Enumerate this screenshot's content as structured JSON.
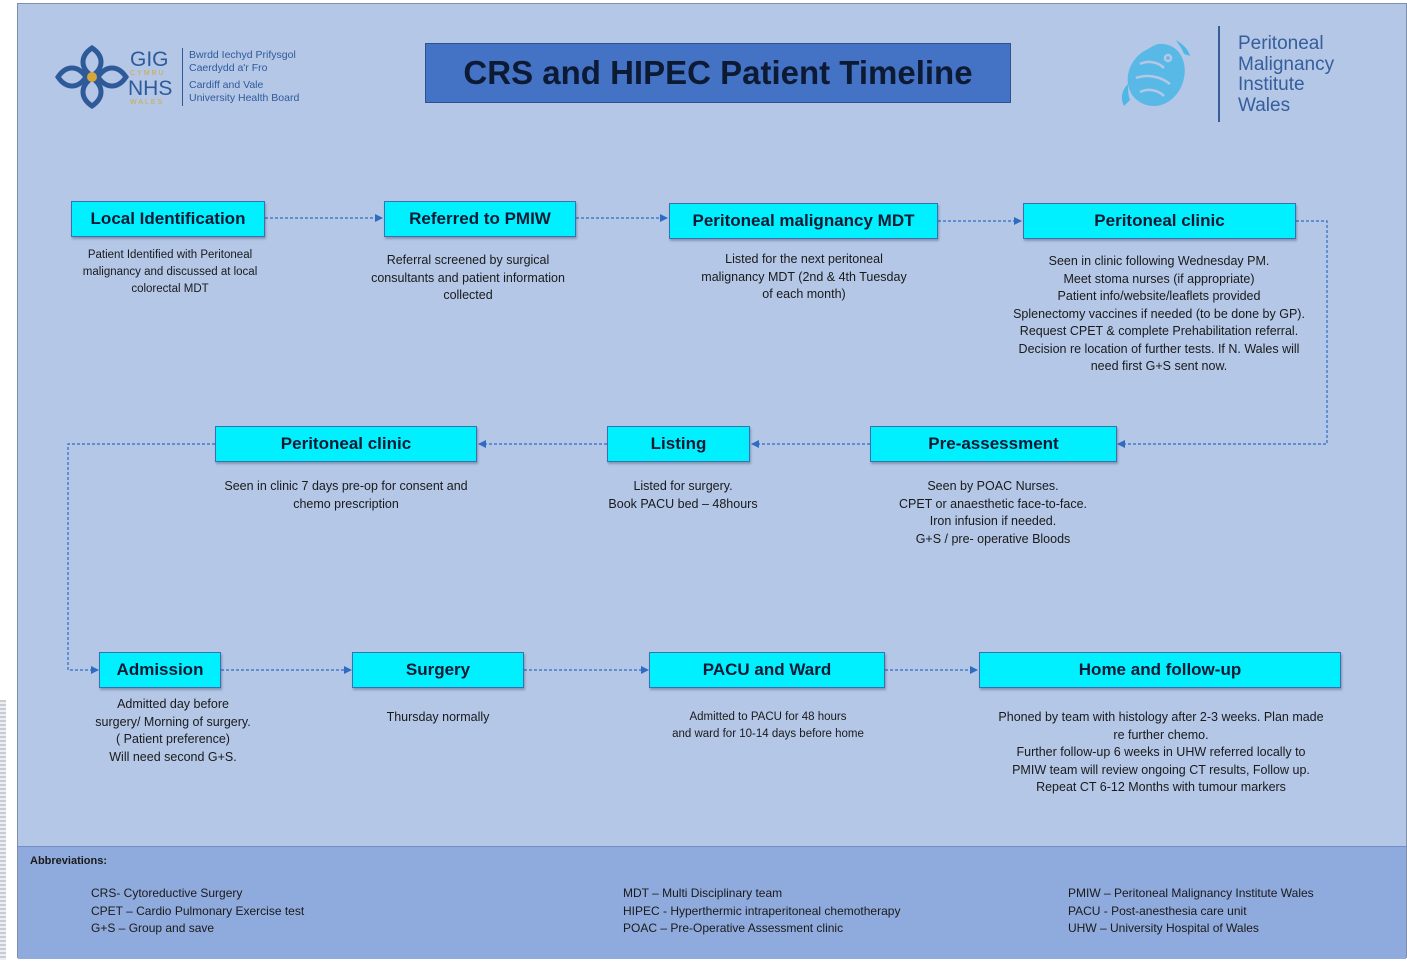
{
  "title": "CRS and HIPEC Patient Timeline",
  "logo_left": {
    "gig": "GIG",
    "cymru": "CYMRU",
    "nhs": "NHS",
    "wales": "WALES",
    "line1": "Bwrdd Iechyd Prifysgol",
    "line2": "Caerdydd a'r Fro",
    "line3": "Cardiff and Vale",
    "line4": "University Health Board"
  },
  "logo_right": {
    "lines": [
      "Peritoneal",
      "Malignancy",
      "Institute",
      "Wales"
    ]
  },
  "steps": [
    {
      "label": "Local Identification",
      "desc": [
        "Patient Identified with Peritoneal",
        "malignancy and discussed at local",
        "colorectal MDT"
      ]
    },
    {
      "label": "Referred to PMIW",
      "desc": [
        "Referral screened by surgical",
        "consultants and patient information",
        "collected"
      ]
    },
    {
      "label": "Peritoneal malignancy MDT",
      "desc": [
        "Listed for the next peritoneal",
        "malignancy MDT (2nd & 4th Tuesday",
        "of each month)"
      ]
    },
    {
      "label": "Peritoneal clinic",
      "desc": [
        "Seen in clinic following Wednesday PM.",
        "Meet stoma nurses (if appropriate)",
        "Patient info/website/leaflets provided",
        "Splenectomy vaccines if needed (to be done by GP).",
        "Request CPET & complete Prehabilitation referral.",
        "Decision re location of further tests. If N. Wales will",
        "need first G+S sent now."
      ]
    },
    {
      "label": "Pre-assessment",
      "desc": [
        "Seen by POAC Nurses.",
        "CPET or anaesthetic face-to-face.",
        "Iron infusion if needed.",
        "G+S / pre- operative Bloods"
      ]
    },
    {
      "label": "Listing",
      "desc": [
        "Listed for surgery.",
        "Book PACU bed – 48hours"
      ]
    },
    {
      "label": "Peritoneal clinic",
      "desc": [
        "Seen in clinic 7 days pre-op for consent and",
        "chemo prescription"
      ]
    },
    {
      "label": "Admission",
      "desc": [
        "Admitted day before",
        "surgery/ Morning of surgery.",
        "( Patient preference)",
        "Will need second G+S."
      ]
    },
    {
      "label": "Surgery",
      "desc": [
        "Thursday normally"
      ]
    },
    {
      "label": "PACU and Ward",
      "desc": [
        "Admitted to PACU for 48 hours",
        "and ward for 10-14 days before home"
      ]
    },
    {
      "label": "Home and follow-up",
      "desc": [
        "Phoned by team with histology after 2-3 weeks. Plan made",
        "re further chemo.",
        "Further follow-up 6 weeks in UHW referred locally to",
        "PMIW team will review ongoing CT results, Follow up.",
        "Repeat CT 6-12 Months with tumour markers"
      ]
    }
  ],
  "abbreviations": {
    "title": "Abbreviations:",
    "columns": [
      [
        "CRS- Cytoreductive Surgery",
        "CPET – Cardio Pulmonary Exercise test",
        "G+S – Group and save"
      ],
      [
        "MDT – Multi Disciplinary team",
        "HIPEC - Hyperthermic intraperitoneal chemotherapy",
        "POAC – Pre-Operative Assessment  clinic"
      ],
      [
        "PMIW – Peritoneal Malignancy Institute Wales",
        "PACU - Post-anesthesia care unit",
        "UHW – University Hospital of Wales"
      ]
    ]
  },
  "colors": {
    "box": "#00f0ff",
    "title_bg": "#4472c4",
    "background": "#b4c7e7",
    "panel": "#8faadc",
    "arrow": "#2e6bc2"
  }
}
